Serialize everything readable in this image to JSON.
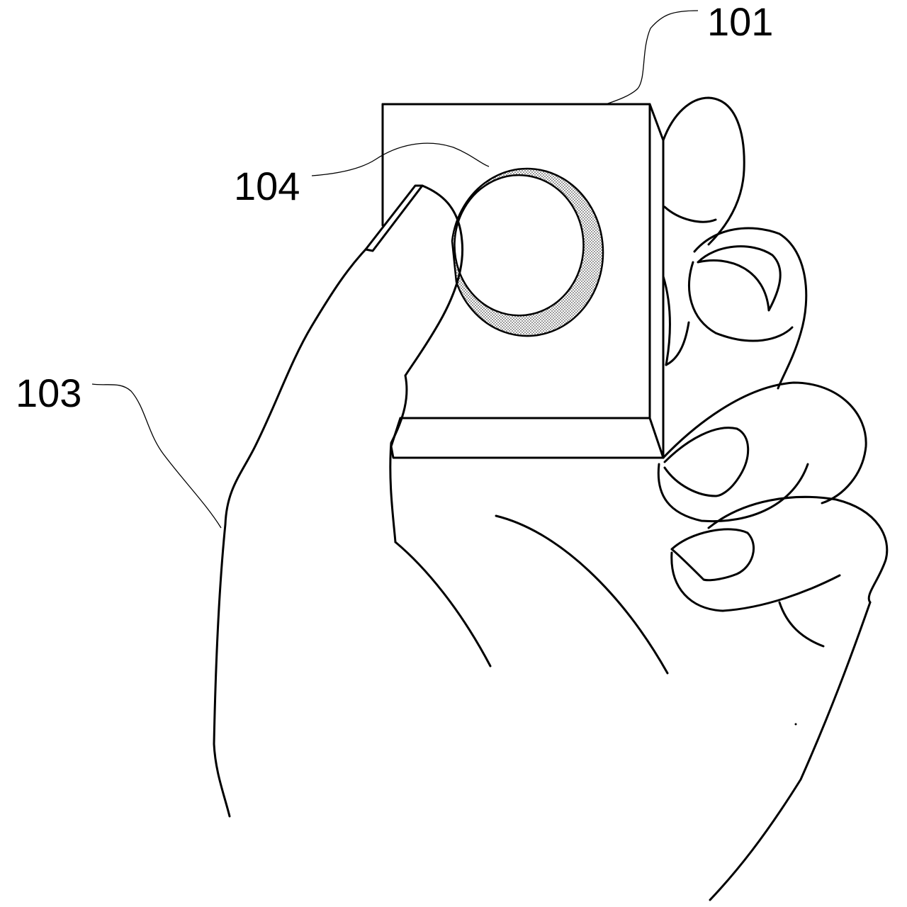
{
  "figure": {
    "labels": {
      "device": "101",
      "hand": "103",
      "button": "104"
    },
    "colors": {
      "line": "#000000",
      "background": "#ffffff",
      "ring_stipple": "#d8d8d8"
    }
  }
}
